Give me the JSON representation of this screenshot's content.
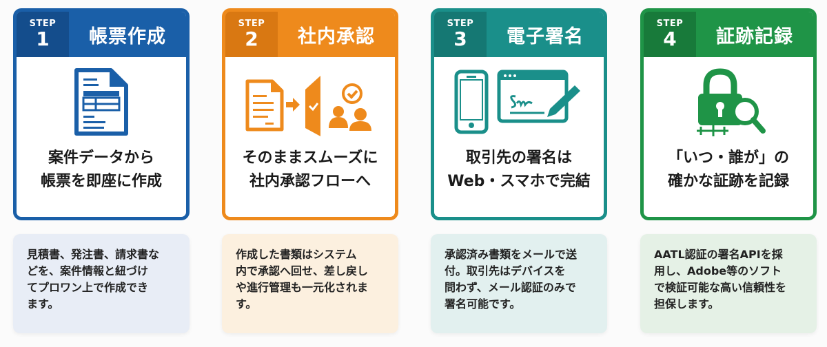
{
  "steps": [
    {
      "step_label": "STEP",
      "number": "1",
      "title": "帳票作成",
      "icon": "document-form-icon",
      "caption": [
        "案件データから",
        "帳票を即座に作成"
      ],
      "description": [
        "見積書、発注書、請求書な",
        "どを、案件情報と紐づけ",
        "てプロワン上で作成でき",
        "ます。"
      ],
      "colors": {
        "main": "#1a5fa8",
        "dark": "#144d8c",
        "desc_bg": "#e8edf6"
      }
    },
    {
      "step_label": "STEP",
      "number": "2",
      "title": "社内承認",
      "icon": "approval-flow-icon",
      "caption": [
        "そのままスムーズに",
        "社内承認フローへ"
      ],
      "description": [
        "作成した書類はシステム",
        "内で承認へ回せ、差し戻し",
        "や進行管理も一元化されま",
        "す。"
      ],
      "colors": {
        "main": "#ee8a1c",
        "dark": "#d97812",
        "desc_bg": "#fcf0df"
      }
    },
    {
      "step_label": "STEP",
      "number": "3",
      "title": "電子署名",
      "icon": "e-signature-icon",
      "caption": [
        "取引先の署名は",
        "Web・スマホで完結"
      ],
      "description": [
        "承認済み書類をメールで送",
        "付。取引先はデバイスを",
        "問わず、メール認証のみで",
        "署名可能です。"
      ],
      "colors": {
        "main": "#1a8f8a",
        "dark": "#157873",
        "desc_bg": "#e2f0ef"
      }
    },
    {
      "step_label": "STEP",
      "number": "4",
      "title": "証跡記録",
      "icon": "lock-search-icon",
      "caption": [
        "「いつ・誰が」の",
        "確かな証跡を記録"
      ],
      "description": [
        "AATL認証の署名APIを採",
        "用し、Adobe等のソフト",
        "で検証可能な高い信頼性を",
        "担保します。"
      ],
      "colors": {
        "main": "#1f9447",
        "dark": "#187a3a",
        "desc_bg": "#e5f1e6"
      }
    }
  ]
}
